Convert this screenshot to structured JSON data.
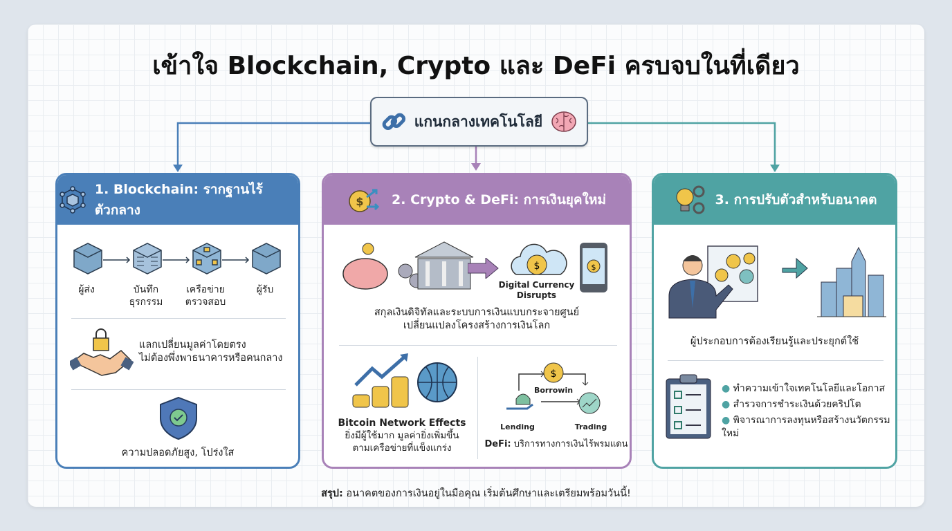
{
  "title": "เข้าใจ Blockchain, Crypto และ DeFi ครบจบในที่เดียว",
  "core": {
    "label": "แกนกลางเทคโนโลยี"
  },
  "colors": {
    "blue": "#4a7fb8",
    "purple": "#a882b8",
    "teal": "#4fa3a3"
  },
  "panel1": {
    "title": "1. Blockchain: รากฐานไร้ตัวกลาง",
    "steps": [
      "ผู้ส่ง",
      "บันทึก\nธุรกรรม",
      "เครือข่าย\nตรวจสอบ",
      "ผู้รับ"
    ],
    "exchange": "แลกเปลี่ยนมูลค่าโดยตรง\nไม่ต้องพึ่งพาธนาคารหรือคนกลาง",
    "security": "ความปลอดภัยสูง, โปร่งใส"
  },
  "panel2": {
    "title": "2. Crypto & DeFi: การเงินยุคใหม่",
    "digital_label": "Digital Currency\nDisrupts",
    "summary": "สกุลเงินดิจิทัลและระบบการเงินแบบกระจายศูนย์\nเปลี่ยนแปลงโครงสร้างการเงินโลก",
    "network_title": "Bitcoin Network Effects",
    "network_text": "ยิ่งมีผู้ใช้มาก มูลค่ายิ่งเพิ่มขึ้น\nตามเครือข่ายที่แข็งแกร่ง",
    "defi": {
      "borrowing": "Borrowin",
      "lending": "Lending",
      "trading": "Trading",
      "caption_bold": "DeFi:",
      "caption": " บริการทางการเงินไร้พรมแดน"
    }
  },
  "panel3": {
    "title": "3. การปรับตัวสำหรับอนาคต",
    "caption": "ผู้ประกอบการต้องเรียนรู้และประยุกต์ใช้",
    "bullets": [
      "ทำความเข้าใจเทคโนโลยีและโอกาส",
      "สำรวจการชำระเงินด้วยคริปโต",
      "พิจารณาการลงทุนหรือสร้างนวัตกรรม\nใหม่"
    ]
  },
  "footer": {
    "bold": "สรุป:",
    "text": " อนาคตของการเงินอยู่ในมือคุณ เริ่มต้นศึกษาและเตรียมพร้อมวันนี้!"
  }
}
